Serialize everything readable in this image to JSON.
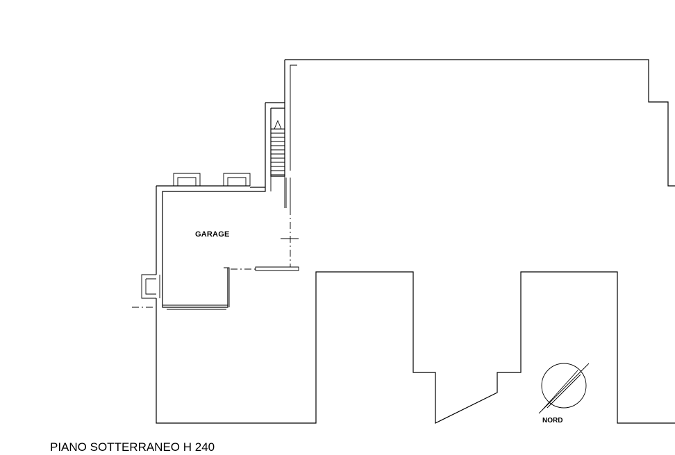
{
  "rooms": {
    "garage": "GARAGE"
  },
  "compass": {
    "label": "NORD"
  },
  "plan": {
    "title": "PIANO SOTTERRANEO H 240"
  }
}
